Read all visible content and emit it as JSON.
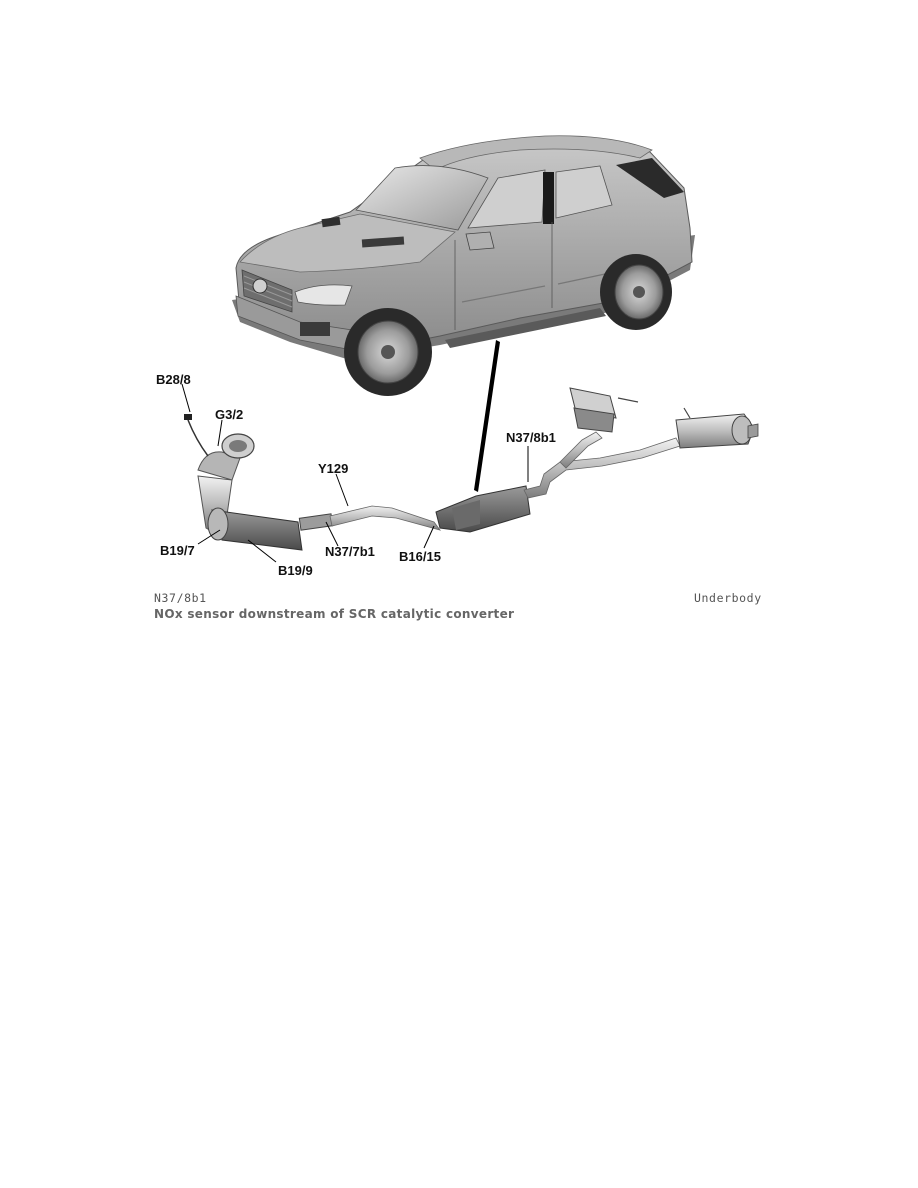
{
  "figure": {
    "callouts": {
      "b28_8": "B28/8",
      "g3_2": "G3/2",
      "y129": "Y129",
      "n37_8b1": "N37/8b1",
      "b19_7": "B19/7",
      "b19_9": "B19/9",
      "n37_7b1": "N37/7b1",
      "b16_15": "B16/15"
    }
  },
  "caption": {
    "component_code": "N37/8b1",
    "location": "Underbody",
    "description": "NOx sensor downstream of SCR catalytic converter"
  }
}
